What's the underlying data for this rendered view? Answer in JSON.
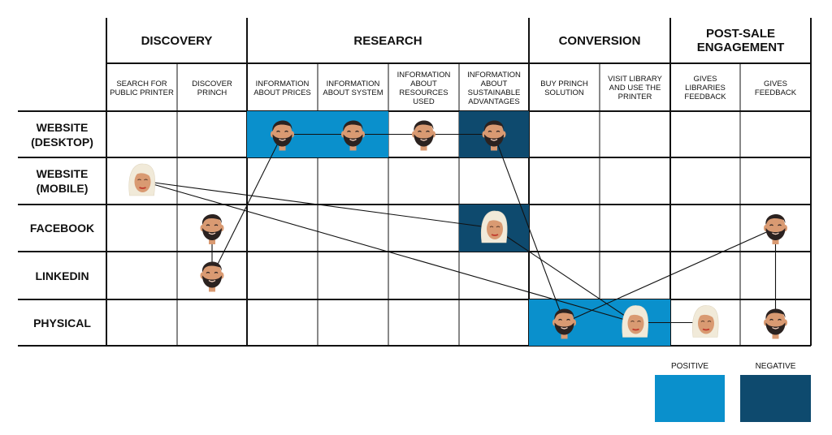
{
  "phases": [
    {
      "label": "DISCOVERY",
      "span": 2
    },
    {
      "label": "RESEARCH",
      "span": 4
    },
    {
      "label": "CONVERSION",
      "span": 2
    },
    {
      "label": "POST-SALE ENGAGEMENT",
      "span": 2
    }
  ],
  "steps": [
    "SEARCH FOR PUBLIC PRINTER",
    "DISCOVER PRINCH",
    "INFORMATION ABOUT PRICES",
    "INFORMATION ABOUT SYSTEM",
    "INFORMATION ABOUT RESOURCES USED",
    "INFORMATION ABOUT SUSTAINABLE ADVANTAGES",
    "BUY PRINCH SOLUTION",
    "VISIT LIBRARY AND USE THE PRINTER",
    "GIVES LIBRARIES FEEDBACK",
    "GIVES FEEDBACK"
  ],
  "channels": [
    "WEBSITE (DESKTOP)",
    "WEBSITE (MOBILE)",
    "FACEBOOK",
    "LINKEDIN",
    "PHYSICAL"
  ],
  "legend": {
    "positive_label": "POSITIVE",
    "negative_label": "NEGATIVE",
    "positive_color": "#0a90cc",
    "negative_color": "#0e4a6e"
  },
  "cells": [
    {
      "row": 0,
      "col": 2,
      "sentiment": "positive"
    },
    {
      "row": 0,
      "col": 3,
      "sentiment": "positive"
    },
    {
      "row": 0,
      "col": 5,
      "sentiment": "negative"
    },
    {
      "row": 2,
      "col": 5,
      "sentiment": "negative"
    },
    {
      "row": 4,
      "col": 6,
      "sentiment": "positive"
    },
    {
      "row": 4,
      "col": 7,
      "sentiment": "positive"
    }
  ],
  "personas": {
    "bearded-man": [
      {
        "row": 0,
        "col": 2
      },
      {
        "row": 0,
        "col": 3
      },
      {
        "row": 0,
        "col": 4
      },
      {
        "row": 0,
        "col": 5
      },
      {
        "row": 2,
        "col": 1
      },
      {
        "row": 2,
        "col": 9
      },
      {
        "row": 3,
        "col": 1
      },
      {
        "row": 4,
        "col": 6
      },
      {
        "row": 4,
        "col": 9
      }
    ],
    "blonde-woman": [
      {
        "row": 1,
        "col": 0
      },
      {
        "row": 2,
        "col": 5
      },
      {
        "row": 4,
        "col": 7
      },
      {
        "row": 4,
        "col": 8
      }
    ]
  },
  "journeys": {
    "bearded-man": [
      {
        "row": 2,
        "col": 1
      },
      {
        "row": 3,
        "col": 1
      },
      {
        "row": 0,
        "col": 2
      },
      {
        "row": 0,
        "col": 3
      },
      {
        "row": 0,
        "col": 4
      },
      {
        "row": 0,
        "col": 5
      },
      {
        "row": 4,
        "col": 6
      },
      {
        "row": 2,
        "col": 9
      },
      {
        "row": 4,
        "col": 9
      }
    ],
    "blonde-woman-a": [
      {
        "row": 1,
        "col": 0
      },
      {
        "row": 2,
        "col": 5
      },
      {
        "row": 4,
        "col": 7
      },
      {
        "row": 4,
        "col": 8
      }
    ],
    "blonde-woman-b": [
      {
        "row": 1,
        "col": 0
      },
      {
        "row": 4,
        "col": 7
      }
    ]
  },
  "colors": {
    "skin": "#d99a72",
    "hair_dark": "#2b2220",
    "hair_blonde": "#f1ead9",
    "lips": "#c0392b"
  }
}
